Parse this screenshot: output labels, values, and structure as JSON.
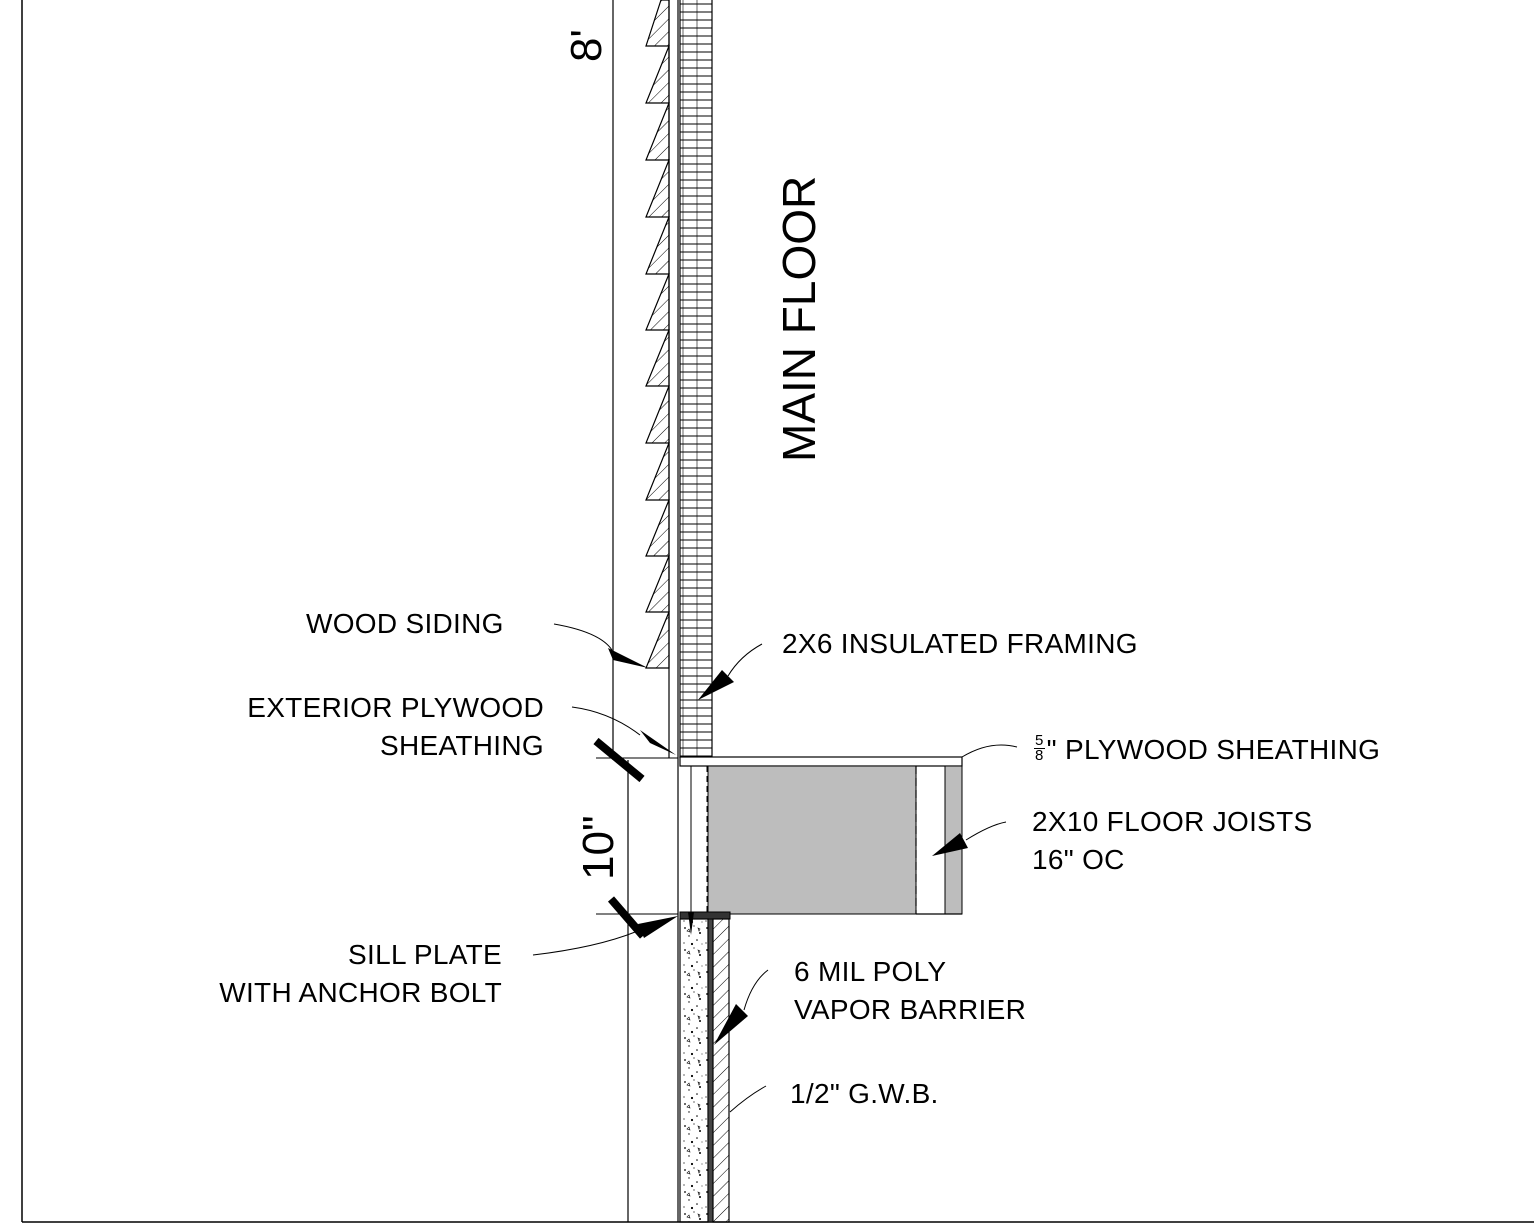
{
  "dimensions": {
    "upper": "8'",
    "lower": "10\""
  },
  "section_label": "MAIN FLOOR",
  "callouts": {
    "wood_siding": "WOOD SIDING",
    "exterior_plywood": [
      "EXTERIOR PLYWOOD",
      "SHEATHING"
    ],
    "insulated_framing": "2X6 INSULATED FRAMING",
    "plywood_sheathing": {
      "fraction_numerator": "5",
      "fraction_denominator": "8",
      "text": "\" PLYWOOD SHEATHING"
    },
    "floor_joists": [
      "2X10 FLOOR JOISTS",
      "16\" OC"
    ],
    "sill_plate": [
      "SILL PLATE",
      "WITH ANCHOR BOLT"
    ],
    "vapor_barrier": [
      "6 MIL POLY",
      "VAPOR BARRIER"
    ],
    "gwb": "1/2\" G.W.B."
  },
  "colors": {
    "line": "#000000",
    "joist_fill": "#bdbdbd",
    "background": "#ffffff"
  }
}
